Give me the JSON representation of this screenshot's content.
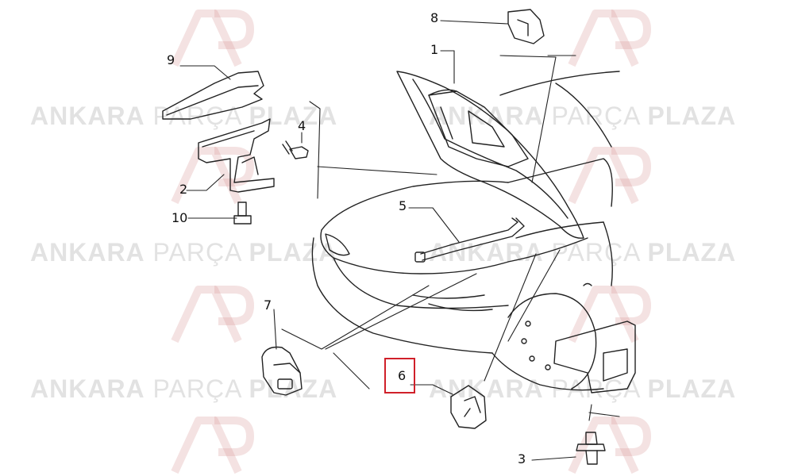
{
  "watermark": {
    "bold_left": "ANKARA",
    "thin": "PARÇA",
    "bold_right": "PLAZA",
    "color": "#bdbdbd",
    "logo_color": "#e4b9b9"
  },
  "callouts": [
    {
      "id": "c1",
      "label": "1"
    },
    {
      "id": "c2",
      "label": "2"
    },
    {
      "id": "c3",
      "label": "3"
    },
    {
      "id": "c4",
      "label": "4"
    },
    {
      "id": "c5",
      "label": "5"
    },
    {
      "id": "c6",
      "label": "6"
    },
    {
      "id": "c7",
      "label": "7"
    },
    {
      "id": "c8",
      "label": "8"
    },
    {
      "id": "c9",
      "label": "9"
    },
    {
      "id": "c10",
      "label": "10"
    }
  ],
  "highlight_color": "#d0202a"
}
